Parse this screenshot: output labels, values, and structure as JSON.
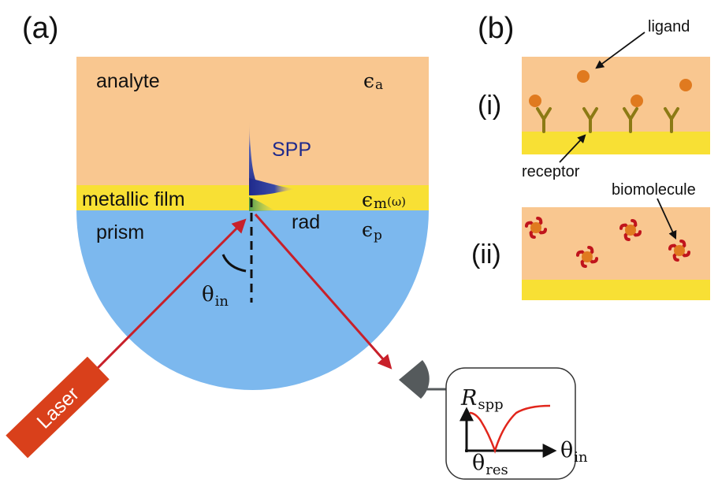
{
  "panel_a": {
    "label": "(a)",
    "analyte_label": "analyte",
    "analyte_symbol": "ϵ",
    "analyte_sub": "a",
    "film_label": "metallic film",
    "film_symbol": "ϵ",
    "film_sub": "m",
    "film_sub_arg": "(ω)",
    "prism_label": "prism",
    "prism_symbol": "ϵ",
    "prism_sub": "p",
    "spp_label": "SPP",
    "rad_label": "rad",
    "theta_in": "θ",
    "theta_in_sub": "in",
    "laser_label": "Laser"
  },
  "inset": {
    "y_label": "R",
    "y_sub": "spp",
    "x_label": "θ",
    "x_sub": "in",
    "res_label": "θ",
    "res_sub": "res"
  },
  "panel_b": {
    "label": "(b)",
    "case_i": "(i)",
    "case_ii": "(ii)",
    "ligand_label": "ligand",
    "receptor_label": "receptor",
    "biomolecule_label": "biomolecule"
  },
  "colors": {
    "analyte": "#f9c790",
    "film": "#f8e034",
    "prism": "#7cb8ee",
    "spp": "#1f2a8c",
    "laser": "#d9401b",
    "beam": "#c8202a",
    "ligand": "#e07a1f",
    "receptor": "#8c7a14",
    "biomolecule_arms": "#c0141c",
    "detector": "#555a5c"
  }
}
